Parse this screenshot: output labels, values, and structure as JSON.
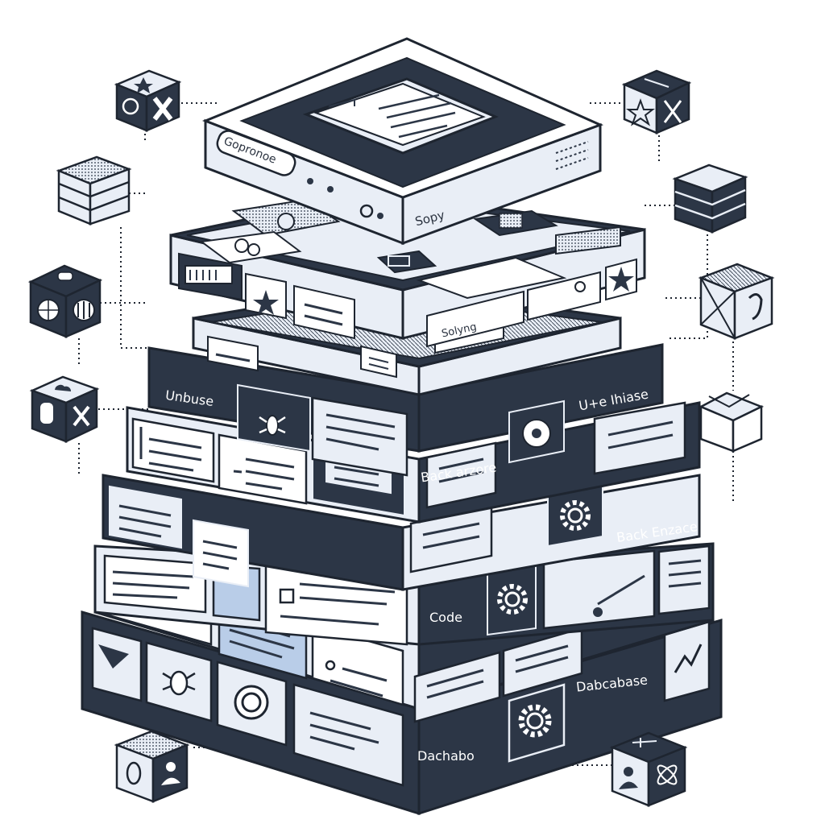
{
  "colors": {
    "dark": "#2c3646",
    "light": "#e9eef6",
    "white": "#ffffff",
    "stroke": "#1e2530",
    "accent": "#b9cde8",
    "mid": "#8d99aa"
  },
  "labels": {
    "top_server_badge": "Gopronoe",
    "top_server_side": "Sopy",
    "tray_label": "Solyng",
    "tier1_left": "Unbuse",
    "tier1_right": "U+e Ihiase",
    "tier2_label": "Back arzore",
    "tier3_label": "Back Enzace",
    "tier4_label": "Code",
    "tier5_label": "Dabcabase",
    "tier6_label": "Dachabo"
  },
  "icons": {
    "top_left": [
      "star-icon",
      "x-icon"
    ],
    "left_stack": "server-stack-icon",
    "left_globe": [
      "globe-icon",
      "grid-icon"
    ],
    "left_cloud": [
      "cloud-icon",
      "x-icon"
    ],
    "top_right": [
      "star-icon",
      "x-icon"
    ],
    "right_stack": "server-stack-icon",
    "right_crate": [
      "crate-icon",
      "hook-icon"
    ],
    "right_box": "package-icon",
    "bottom_left": [
      "grid-icon",
      "user-icon"
    ],
    "bottom_right": [
      "user-icon",
      "atom-icon"
    ],
    "tier_icons": [
      "bug-icon",
      "flower-icon",
      "gear-icon",
      "target-icon",
      "chart-icon",
      "triangle-icon"
    ]
  }
}
